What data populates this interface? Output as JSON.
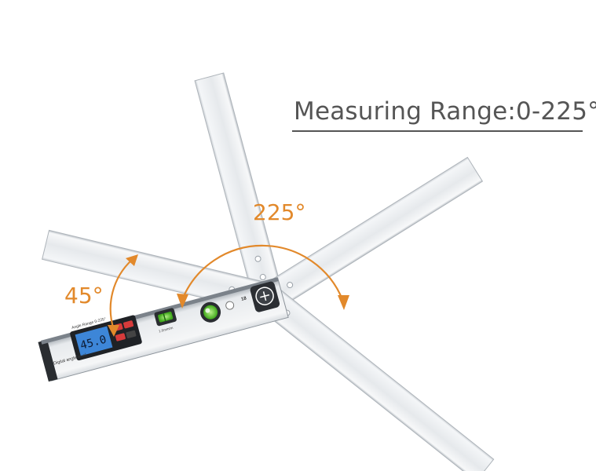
{
  "headline": "Measuring Range:0-225°",
  "angle_small": "45°",
  "angle_large": "225°",
  "display_reading": "45.0",
  "device_label": "Digital angle level",
  "device_title": "Angle Range 0-225°",
  "hinge_mark": "18",
  "vial_caption": "1.0mm/m",
  "colors": {
    "arrow": "#e2892b",
    "headline": "#555555",
    "arm": "#e8ebee",
    "arm_edge": "#aeb4ba",
    "lcd": "#3d86d8",
    "vial": "#6fd13c"
  }
}
